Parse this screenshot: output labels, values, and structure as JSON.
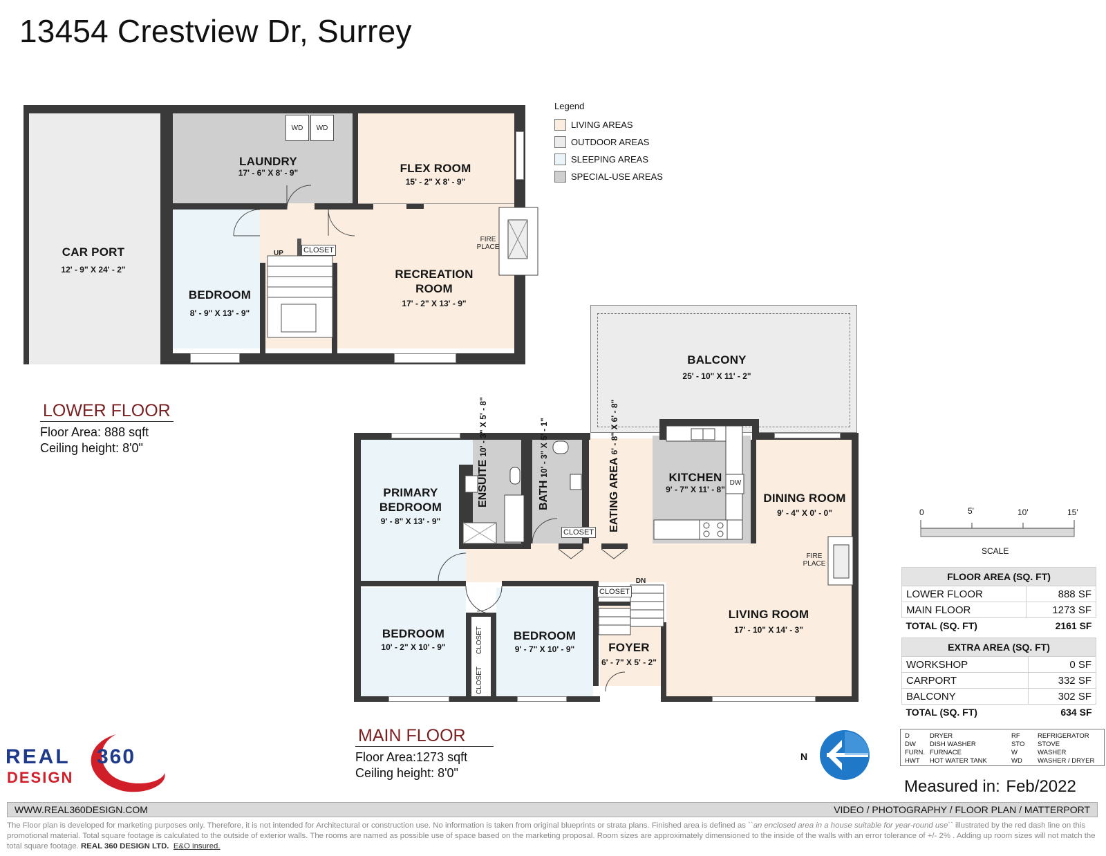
{
  "address": "13454 Crestview Dr, Surrey",
  "legend": {
    "title": "Legend",
    "items": [
      {
        "label": "LIVING AREAS",
        "color": "#fbeee1"
      },
      {
        "label": "OUTDOOR AREAS",
        "color": "#ececec"
      },
      {
        "label": "SLEEPING AREAS",
        "color": "#ebf4f8"
      },
      {
        "label": "SPECIAL-USE AREAS",
        "color": "#cfcfcf"
      }
    ]
  },
  "lower_floor": {
    "heading": "LOWER FLOOR",
    "area": "Floor Area: 888 sqft",
    "ceiling": "Ceiling height: 8'0\"",
    "rooms": {
      "carport": {
        "name": "CAR PORT",
        "dims": "12' - 9\" X 24' - 2\""
      },
      "laundry": {
        "name": "LAUNDRY",
        "dims": "17' - 6\" X 8' - 9\""
      },
      "flex": {
        "name": "FLEX ROOM",
        "dims": "15' - 2\" X 8' - 9\""
      },
      "bedroom": {
        "name": "BEDROOM",
        "dims": "8' - 9\" X 13' - 9\""
      },
      "recreation": {
        "name1": "RECREATION",
        "name2": "ROOM",
        "dims": "17' - 2\" X 13' - 9\""
      }
    },
    "labels": {
      "wd": "WD",
      "closet": "CLOSET",
      "fire1": "FIRE",
      "fire2": "PLACE",
      "up": "UP"
    }
  },
  "main_floor": {
    "heading": "MAIN FLOOR",
    "area": "Floor Area:1273 sqft",
    "ceiling": "Ceiling height: 8'0\"",
    "rooms": {
      "balcony": {
        "name": "BALCONY",
        "dims": "25' - 10\" X 11' - 2\""
      },
      "primary": {
        "name1": "PRIMARY",
        "name2": "BEDROOM",
        "dims": "9' - 8\" X 13' - 9\""
      },
      "ensuite": {
        "name": "ENSUITE",
        "dims": "10' - 3\" X 5' - 8\""
      },
      "bath": {
        "name": "BATH",
        "dims": "10' - 3\" X 5' - 1\""
      },
      "eating": {
        "name": "EATING AREA",
        "dims": "6' - 8\" X 6' - 8\""
      },
      "kitchen": {
        "name": "KITCHEN",
        "dims": "9' - 7\" X 11' - 8\""
      },
      "dining": {
        "name": "DINING ROOM",
        "dims": "9' - 4\" X 0' - 0\""
      },
      "living": {
        "name": "LIVING ROOM",
        "dims": "17' - 10\" X 14' - 3\""
      },
      "bedroom1": {
        "name": "BEDROOM",
        "dims": "10' - 2\" X 10' - 9\""
      },
      "bedroom2": {
        "name": "BEDROOM",
        "dims": "9' - 7\" X 10' - 9\""
      },
      "foyer": {
        "name": "FOYER",
        "dims": "6' - 7\" X 5' - 2\""
      }
    },
    "labels": {
      "closet": "CLOSET",
      "dw": "DW",
      "fire1": "FIRE",
      "fire2": "PLACE",
      "dn": "DN"
    }
  },
  "scale": {
    "ticks": [
      "0",
      "5'",
      "10'",
      "15'"
    ],
    "label": "SCALE"
  },
  "floor_area_table": {
    "title": "FLOOR AREA (SQ. FT)",
    "rows": [
      {
        "name": "LOWER FLOOR",
        "value": "888 SF"
      },
      {
        "name": "MAIN FLOOR",
        "value": "1273 SF"
      }
    ],
    "total": {
      "name": "TOTAL (SQ. FT)",
      "value": "2161 SF"
    }
  },
  "extra_area_table": {
    "title": "EXTRA AREA (SQ. FT)",
    "rows": [
      {
        "name": "WORKSHOP",
        "value": "0 SF"
      },
      {
        "name": "CARPORT",
        "value": "332 SF"
      },
      {
        "name": "BALCONY",
        "value": "302 SF"
      }
    ],
    "total": {
      "name": "TOTAL (SQ. FT)",
      "value": "634 SF"
    }
  },
  "abbreviations": [
    {
      "code": "D",
      "meaning": "DRYER"
    },
    {
      "code": "DW",
      "meaning": "DISH WASHER"
    },
    {
      "code": "FURN.",
      "meaning": "FURNACE"
    },
    {
      "code": "HWT",
      "meaning": "HOT WATER TANK"
    },
    {
      "code": "RF",
      "meaning": "REFRIGERATOR"
    },
    {
      "code": "STO",
      "meaning": "STOVE"
    },
    {
      "code": "W",
      "meaning": "WASHER"
    },
    {
      "code": "WD",
      "meaning": "WASHER / DRYER"
    }
  ],
  "compass": {
    "label": "N"
  },
  "measured": {
    "label": "Measured in:",
    "date": "Feb/2022"
  },
  "logo": {
    "line1": "REAL",
    "num": "360",
    "line2": "DESIGN",
    "color_blue": "#1e3a8a",
    "color_red": "#d11f2a"
  },
  "footer": {
    "website": "WWW.REAL360DESIGN.COM",
    "services": "VIDEO / PHOTOGRAPHY / FLOOR PLAN / MATTERPORT"
  },
  "disclaimer": {
    "part1": "The Floor plan is developed for marketing purposes only. Therefore, it is not intended for Architectural or construction use. No information is taken from original blueprints or strata plans. Finished area is defined as ``",
    "italic": "an enclosed area in a house suitable for year-round use",
    "part2": "`` illustrated by the red dash line on this promotional material. Total square footage is calculated to the outside of exterior walls. The rooms are named as possible use of space based on the marketing proposal. Room sizes are approximately dimensioned to the inside of the walls with an error tolerance of +/- 2% . Adding up room sizes will not match the total square footage. ",
    "company": "REAL 360 DESIGN LTD.",
    "insured": "E&O insured."
  }
}
